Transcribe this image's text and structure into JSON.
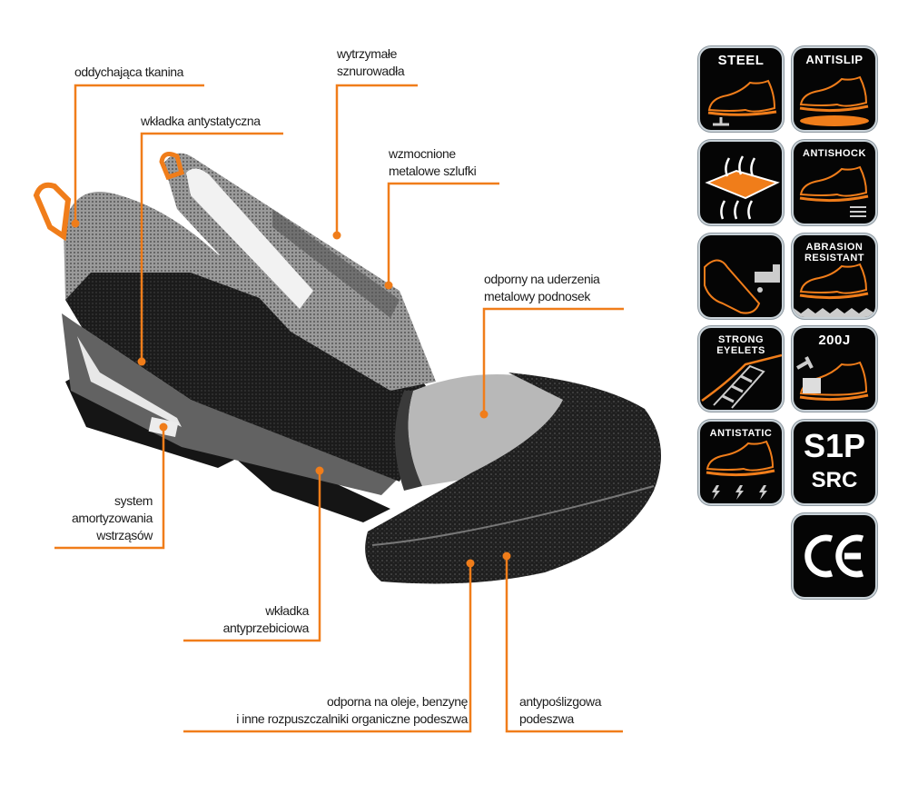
{
  "callouts": {
    "breathable_fabric": "oddychająca tkanina",
    "antistatic_insole": "wkładka antystatyczna",
    "laces": [
      "wytrzymałe",
      "sznurowadła"
    ],
    "eyelets": [
      "wzmocnione",
      "metalowe szlufki"
    ],
    "toecap": [
      "odporny na uderzenia",
      "metalowy podnosek"
    ],
    "shock_absorption": [
      "system",
      "amortyzowania",
      "wstrząsów"
    ],
    "puncture_insert": [
      "wkładka",
      "antyprzebiciowa"
    ],
    "oil_resistant": [
      "odporna na oleje, benzynę",
      "i inne rozpuszczalniki organiczne podeszwa"
    ],
    "antislip_sole": [
      "antypoślizgowa",
      "podeszwa"
    ]
  },
  "badges": {
    "steel": "STEEL",
    "antislip": "ANTISLIP",
    "breathable": "",
    "antishock": "ANTISHOCK",
    "water": "",
    "abrasion": [
      "ABRASION",
      "RESISTANT"
    ],
    "eyelets": [
      "STRONG",
      "EYELETS"
    ],
    "impact": "200J",
    "antistatic": "ANTISTATIC",
    "standard": [
      "S1P",
      "SRC"
    ],
    "ce": "CE"
  },
  "colors": {
    "accent": "#f07d1a",
    "tile": "#050505"
  }
}
